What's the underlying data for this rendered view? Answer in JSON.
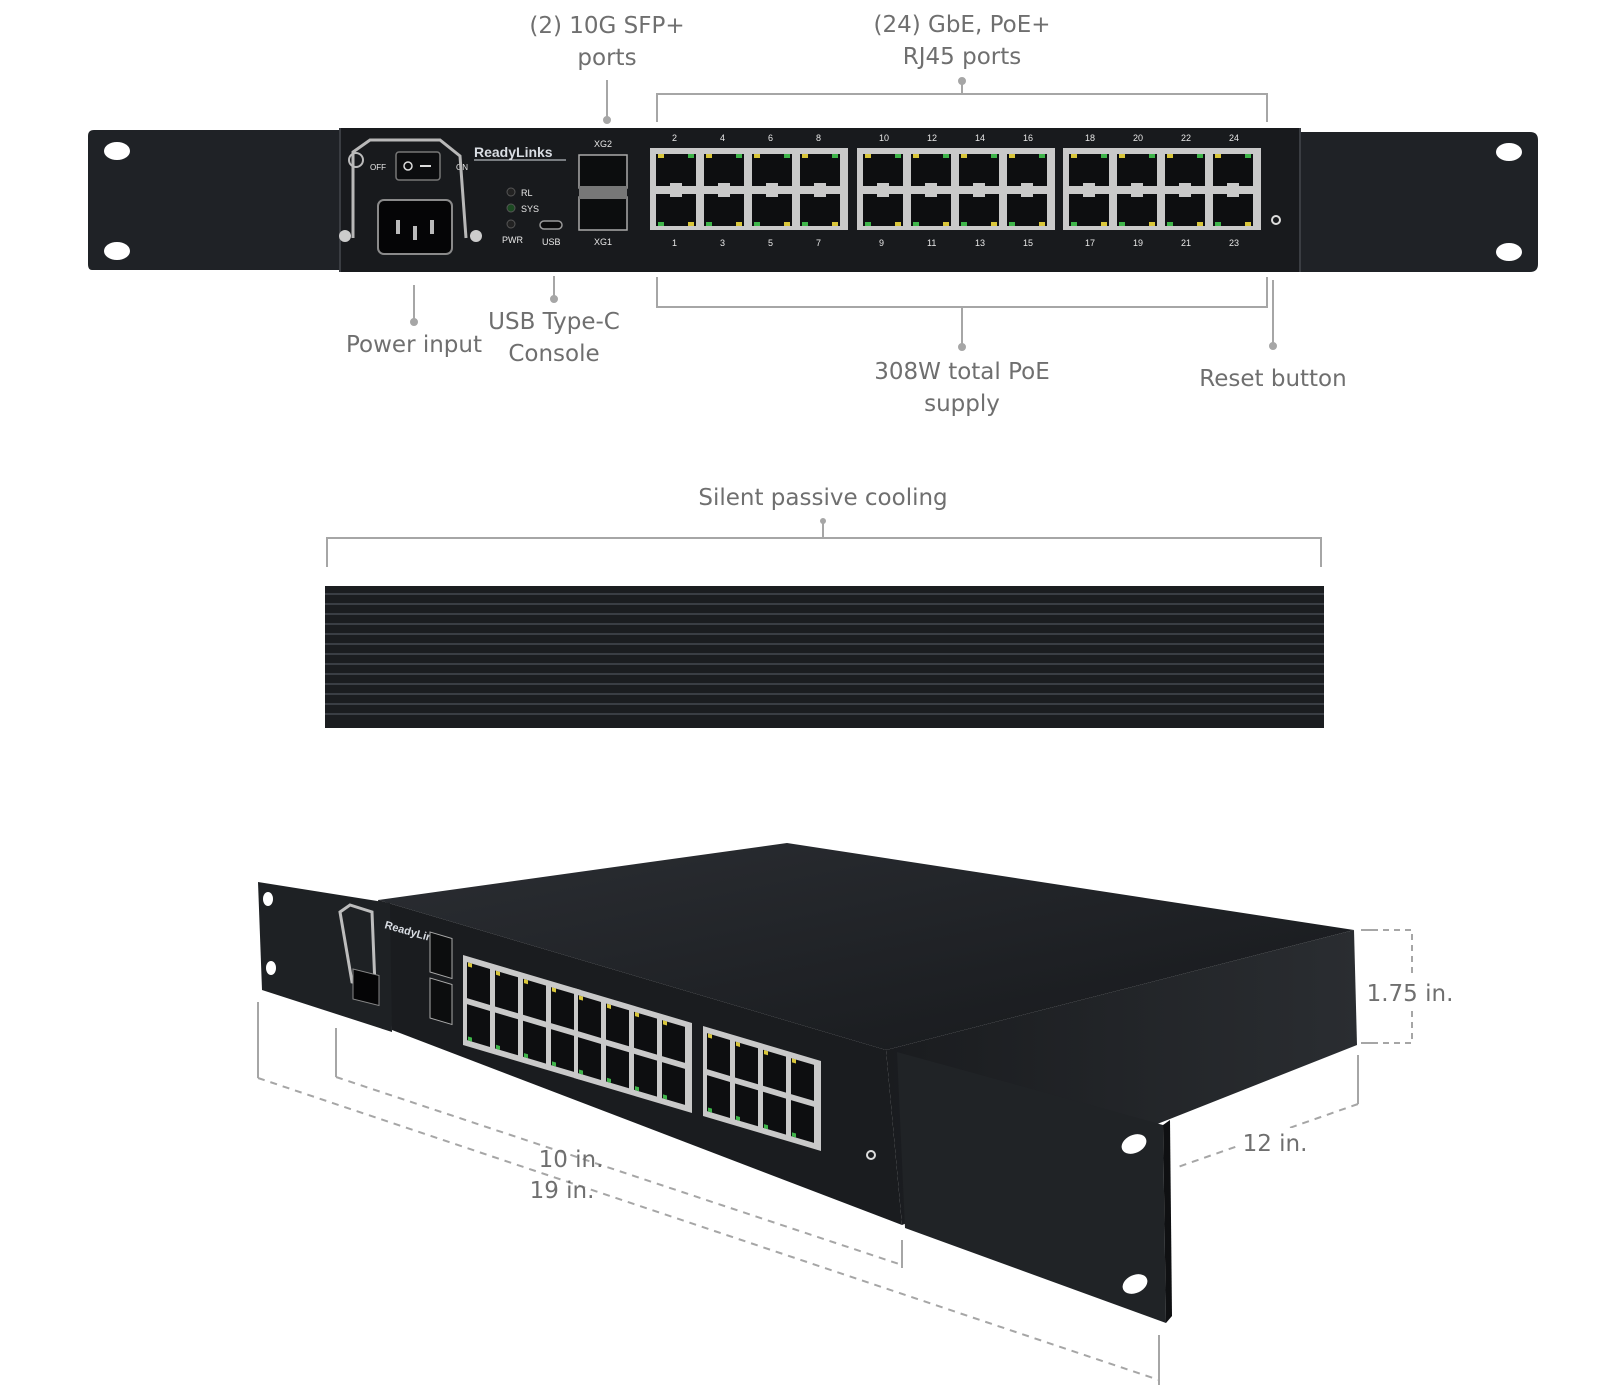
{
  "callouts": {
    "sfp_line1": "(2) 10G SFP+",
    "sfp_line2": "ports",
    "rj45_line1": "(24) GbE, PoE+",
    "rj45_line2": "RJ45 ports",
    "power_input": "Power input",
    "usb_line1": "USB Type-C",
    "usb_line2": "Console",
    "poe_line1": "308W total PoE",
    "poe_line2": "supply",
    "reset": "Reset button",
    "cooling": "Silent passive cooling"
  },
  "dimensions": {
    "height": "1.75 in.",
    "depth": "12 in.",
    "inner_width": "10 in.",
    "rack_width": "19 in."
  },
  "device": {
    "brand": "ReadyLinks",
    "switch_off": "OFF",
    "switch_on": "ON",
    "led_rl": "RL",
    "led_sys": "SYS",
    "led_pwr": "PWR",
    "usb_label": "USB",
    "sfp_top": "XG2",
    "sfp_bottom": "XG1",
    "top_port_numbers": [
      "2",
      "4",
      "6",
      "8",
      "10",
      "12",
      "14",
      "16",
      "18",
      "20",
      "22",
      "24"
    ],
    "bottom_port_numbers": [
      "1",
      "3",
      "5",
      "7",
      "9",
      "11",
      "13",
      "15",
      "17",
      "19",
      "21",
      "23"
    ]
  },
  "colors": {
    "chassis": "#1d2024",
    "callout_text": "#6f6f6f",
    "bracket_line": "#a6a6a6",
    "port_metal": "#c9c9c9",
    "led_yellow": "#d9c63a",
    "led_green": "#3fb54a"
  }
}
